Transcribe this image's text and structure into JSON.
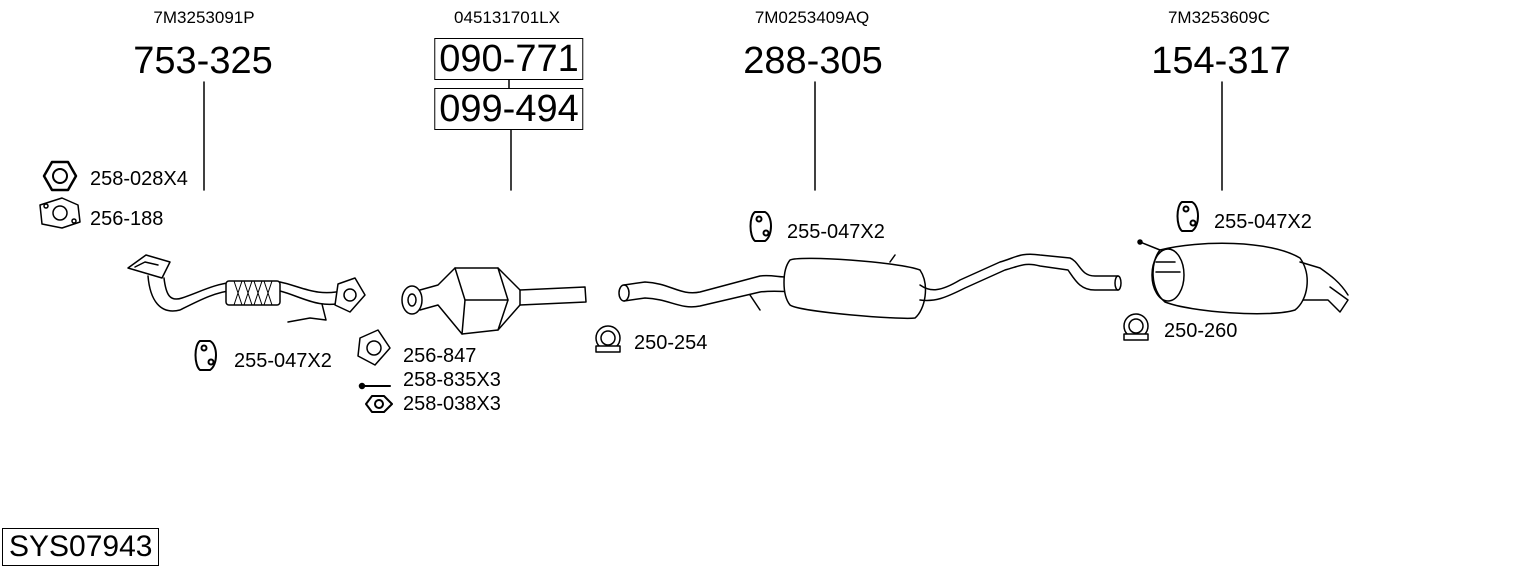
{
  "system_code": "SYS07943",
  "parts": [
    {
      "oem": "7M3253091P",
      "part_number": "753-325",
      "part_name": "front-pipe"
    },
    {
      "oem": "045131701LX",
      "part_number": "090-771",
      "part_number_2": "099-494",
      "part_name": "catalytic-converter"
    },
    {
      "oem": "7M0253409AQ",
      "part_number": "288-305",
      "part_name": "middle-silencer"
    },
    {
      "oem": "7M3253609C",
      "part_number": "154-317",
      "part_name": "rear-silencer"
    }
  ],
  "accessories": [
    {
      "code": "258-028X4",
      "icon": "nut-icon"
    },
    {
      "code": "256-188",
      "icon": "gasket-icon"
    },
    {
      "code": "255-047X2",
      "icon": "rubber-hanger-icon"
    },
    {
      "code": "256-847",
      "icon": "gasket-icon"
    },
    {
      "code": "258-835X3",
      "icon": "bolt-icon"
    },
    {
      "code": "258-038X3",
      "icon": "nut-icon"
    },
    {
      "code": "250-254",
      "icon": "clamp-icon"
    },
    {
      "code": "255-047X2",
      "icon": "rubber-hanger-icon"
    },
    {
      "code": "255-047X2",
      "icon": "rubber-hanger-icon"
    },
    {
      "code": "250-260",
      "icon": "clamp-icon"
    }
  ]
}
